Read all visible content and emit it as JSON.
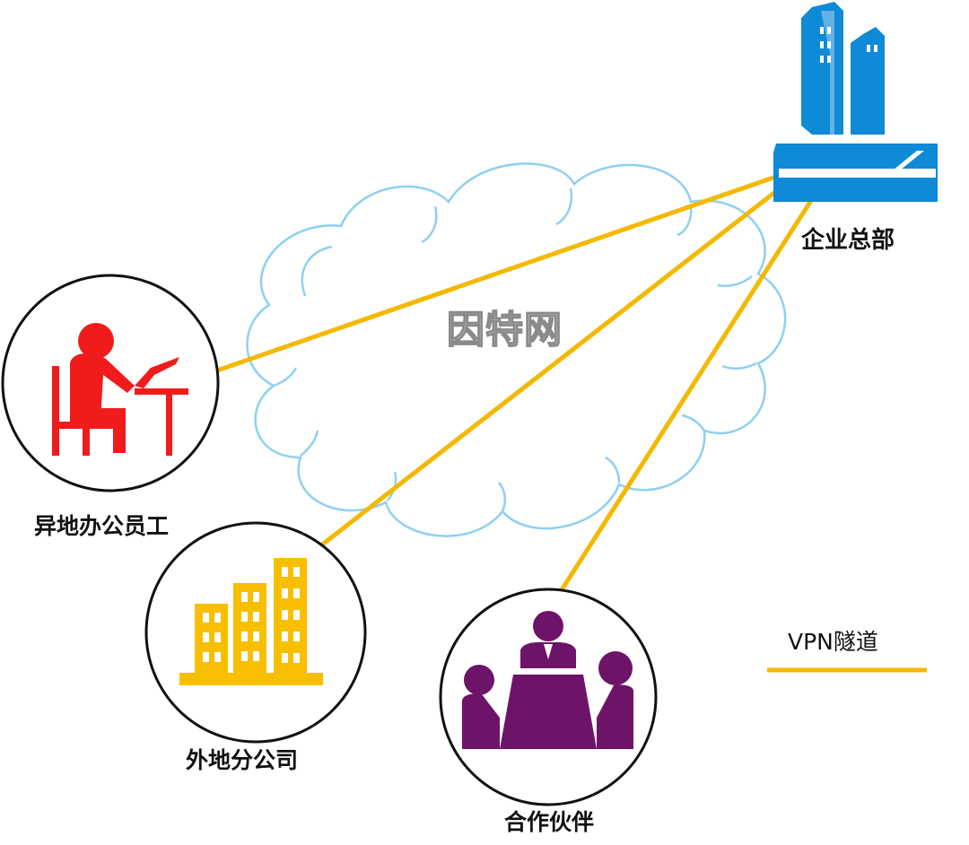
{
  "cloud": {
    "label": "因特网"
  },
  "nodes": {
    "hq": {
      "label": "企业总部"
    },
    "remote_worker": {
      "label": "异地办公员工"
    },
    "branch": {
      "label": "外地分公司"
    },
    "partner": {
      "label": "合作伙伴"
    }
  },
  "legend": {
    "label": "VPN隧道"
  },
  "colors": {
    "tunnel": "#f5b800",
    "cloud_stroke": "#8fd0f0",
    "hq_blue": "#0e8ad6",
    "worker_red": "#f01c1c",
    "branch_yellow": "#f8bf00",
    "partner_purple": "#6e1468"
  }
}
